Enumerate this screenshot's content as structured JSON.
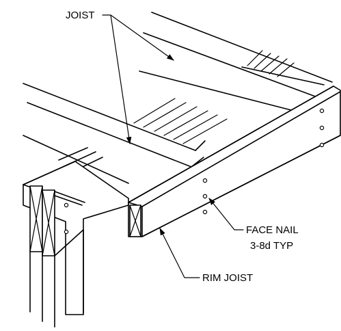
{
  "labels": {
    "joist": "JOIST",
    "face_nail_line1": "FACE NAIL",
    "face_nail_line2": "3-8d TYP",
    "rim_joist": "RIM JOIST"
  },
  "colors": {
    "line": "#000000",
    "background": "#ffffff"
  }
}
